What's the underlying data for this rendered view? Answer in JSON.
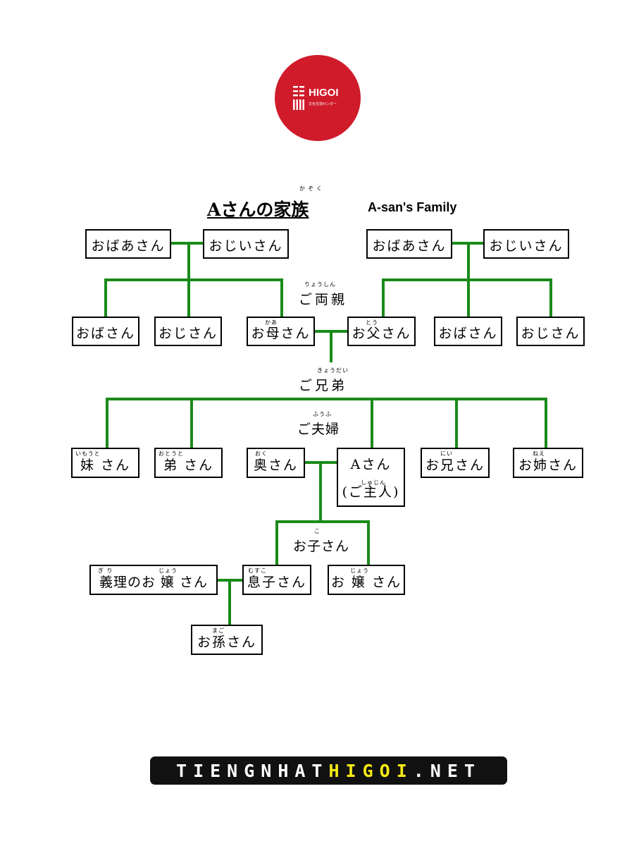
{
  "logo": {
    "name": "HIGOI",
    "subtitle": "文化交流センター"
  },
  "title": {
    "jp": "Aさんの家族",
    "ruby": "かぞく",
    "en": "A-san's Family"
  },
  "grandparents_left": {
    "grandmother": "おばあさん",
    "grandfather": "おじいさん"
  },
  "grandparents_right": {
    "grandmother": "おばあさん",
    "grandfather": "おじいさん"
  },
  "parents_label": {
    "text": "ご両親",
    "ruby": "りょうしん"
  },
  "parents_row": {
    "aunt_left": "おばさん",
    "uncle_left": "おじさん",
    "mother": {
      "text": "お母さん",
      "ruby": "かあ"
    },
    "father": {
      "text": "お父さん",
      "ruby": "とう"
    },
    "aunt_right": "おばさん",
    "uncle_right": "おじさん"
  },
  "siblings_label": {
    "text": "ご兄弟",
    "ruby": "きょうだい"
  },
  "couple_label": {
    "text": "ご夫婦",
    "ruby": "ふうふ"
  },
  "siblings_row": {
    "younger_sister": {
      "text": "妹 さん",
      "ruby": "いもうと"
    },
    "younger_brother": {
      "text": "弟 さん",
      "ruby": "おとうと"
    },
    "wife": {
      "text": "奥さん",
      "ruby": "おく"
    },
    "a_san": {
      "line1": "Aさん",
      "line2": "(ご主人)",
      "ruby": "しゅじん"
    },
    "older_brother": {
      "text": "お兄さん",
      "ruby": "にい"
    },
    "older_sister": {
      "text": "お姉さん",
      "ruby": "ねえ"
    }
  },
  "children_label": {
    "text": "お子さん",
    "ruby": "こ"
  },
  "children_row": {
    "daughter_in_law": {
      "text": "義理のお 嬢 さん",
      "ruby1": "ぎ り",
      "ruby2": "じょう"
    },
    "son": {
      "text": "息子さん",
      "ruby": "むすこ"
    },
    "daughter": {
      "text": "お 嬢 さん",
      "ruby": "じょう"
    }
  },
  "grandchild": {
    "text": "お孫さん",
    "ruby": "まご"
  },
  "footer": {
    "part1": "TIENGNHAT",
    "part2": "HIGOI",
    "part3": ".NET"
  },
  "colors": {
    "line": "#1a8a1a",
    "logo": "#d01b2b",
    "footer_bg": "#111111",
    "footer_highlight": "#f5ea16"
  }
}
